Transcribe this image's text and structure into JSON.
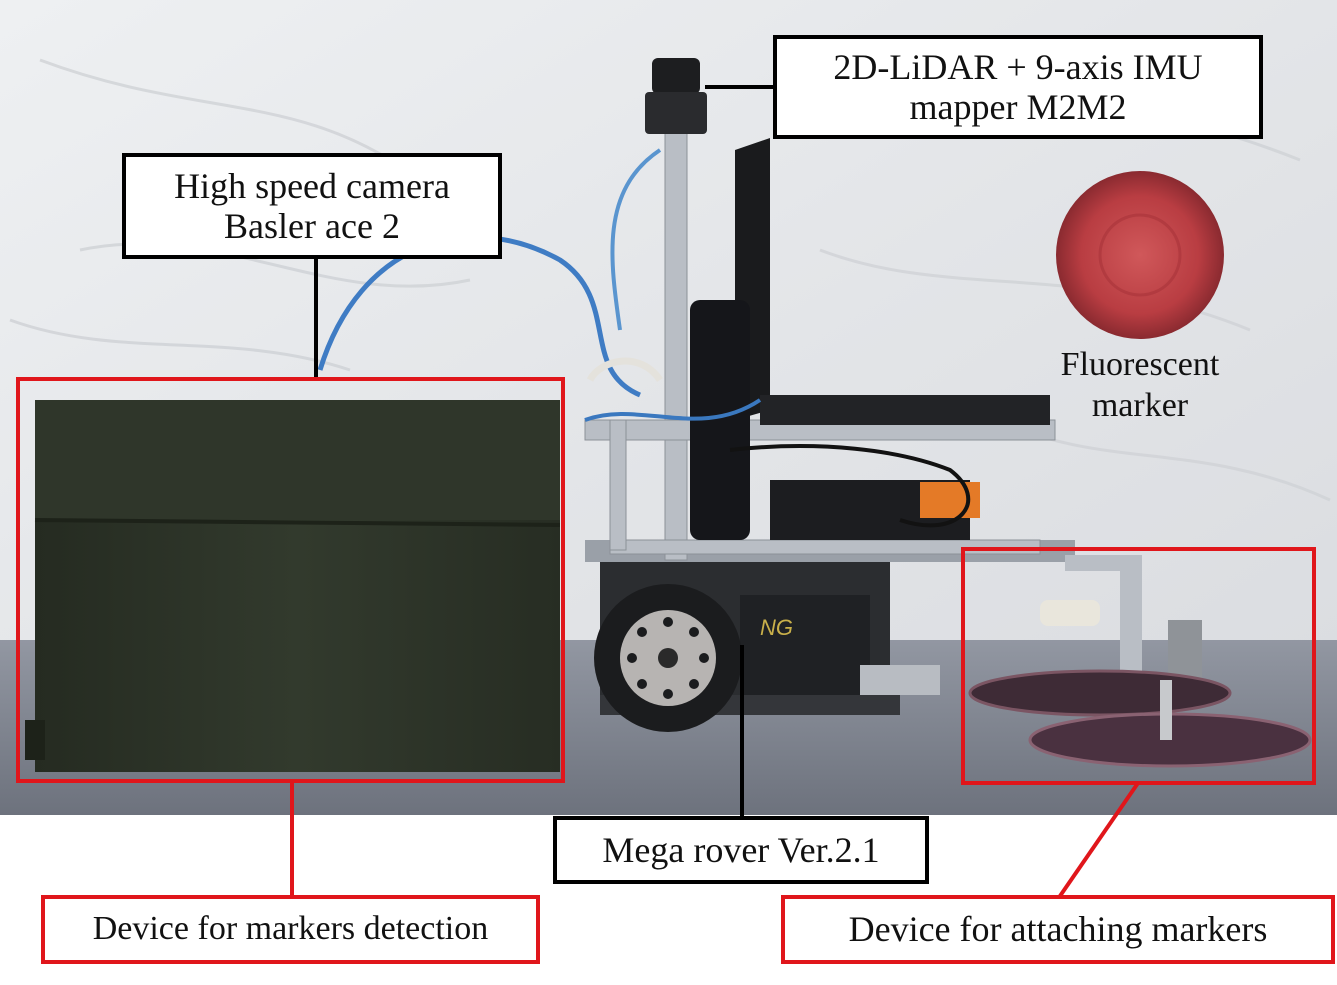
{
  "labels": {
    "lidar": {
      "line1": "2D-LiDAR + 9-axis IMU",
      "line2": "mapper M2M2"
    },
    "camera": {
      "line1": "High speed camera",
      "line2": "Basler ace 2"
    },
    "marker": {
      "line1": "Fluorescent",
      "line2": "marker"
    },
    "rover": {
      "text": "Mega rover Ver.2.1"
    },
    "detection_device": {
      "text": "Device for markers detection"
    },
    "attaching_device": {
      "text": "Device for attaching markers"
    }
  },
  "colors": {
    "highlight": "#e0161b",
    "backdrop": "#e9eaec",
    "floor": "#8a8f9a",
    "cover": "#2c3327",
    "marker": "#c2474b"
  }
}
